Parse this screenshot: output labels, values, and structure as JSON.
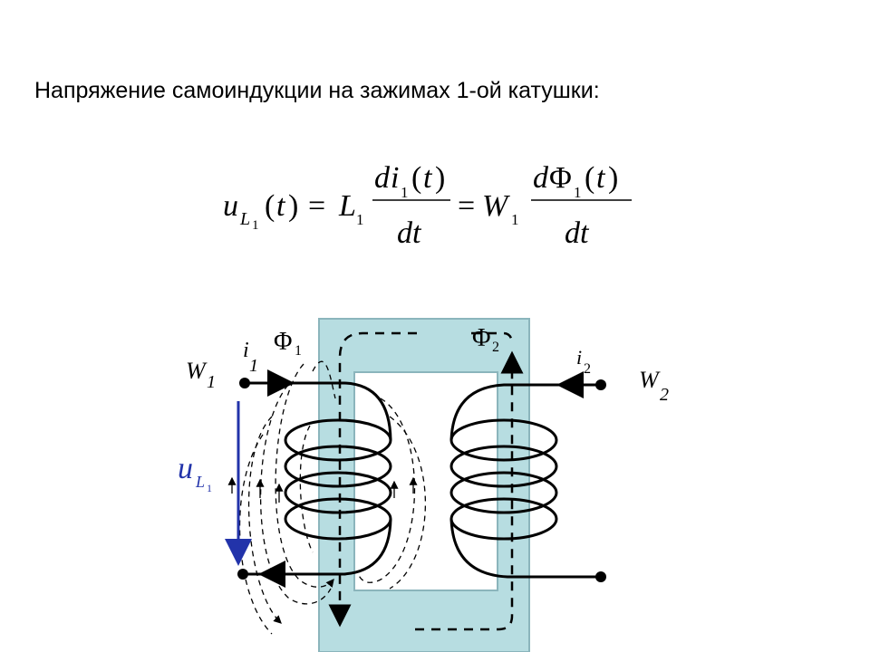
{
  "heading": "Напряжение самоиндукции на зажимах 1-ой катушки:",
  "formula": {
    "u": "u",
    "sub_L": "L",
    "sub_1": "1",
    "arg_open": "(",
    "t": "t",
    "arg_close": ")",
    "equals": "=",
    "L": "L",
    "d": "d",
    "i": "i",
    "dt": "dt",
    "W": "W",
    "Phi": "Φ"
  },
  "diagram": {
    "w1_label": "W",
    "w1_sub": "1",
    "w2_label": "W",
    "w2_sub": "2",
    "i1_label": "i",
    "i1_sub": "1",
    "i2_label": "i",
    "i2_sub": "2",
    "phi1_label": "Φ",
    "phi1_sub": "1",
    "phi2_label": "Φ",
    "phi2_sub": "2",
    "u_label": "u",
    "u_sub_L": "L",
    "u_sub_1": "1",
    "colors": {
      "core": "#b7dde1",
      "core_border": "#8bb5bc",
      "voltage_arrow": "#2233aa"
    }
  }
}
